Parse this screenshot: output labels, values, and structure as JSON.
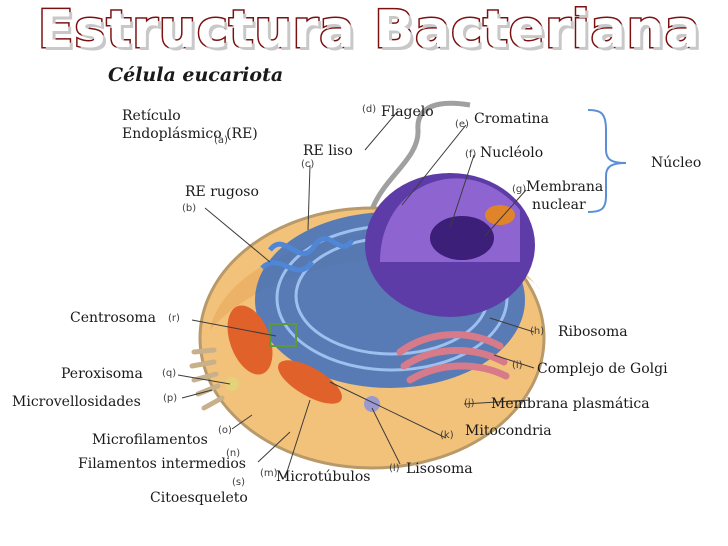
{
  "title": "Estructura Bacteriana",
  "subtitle": "Célula eucariota",
  "labels": {
    "reticulo": "Retículo",
    "reticulo2": "Endoplásmico (RE)",
    "re_liso": "RE liso",
    "re_rugoso": "RE rugoso",
    "flagelo": "Flagelo",
    "cromatina": "Cromatina",
    "nucleolo": "Nucléolo",
    "membrana_nuclear": "Membrana",
    "membrana_nuclear2": "nuclear",
    "nucleo": "Núcleo",
    "centrosoma": "Centrosoma",
    "ribosoma": "Ribosoma",
    "peroxisoma": "Peroxisoma",
    "complejo_golgi": "Complejo de Golgi",
    "microvellosidades": "Microvellosidades",
    "membrana_plasmatica": "Membrana plasmática",
    "mitocondria": "Mitocondria",
    "microfilamentos": "Microfilamentos",
    "filamentos_intermedios": "Filamentos intermedios",
    "microtubulos": "Microtúbulos",
    "lisosoma": "Lisosoma",
    "citoesqueleto": "Citoesqueleto"
  },
  "letters": {
    "a": "(a)",
    "b": "(b)",
    "c": "(c)",
    "d": "(d)",
    "e": "(e)",
    "f": "(f)",
    "g": "(g)",
    "h": "(h)",
    "i": "(i)",
    "j": "(j)",
    "k": "(k)",
    "l": "(l)",
    "m": "(m)",
    "n": "(n)",
    "o": "(o)",
    "p": "(p)",
    "q": "(q)",
    "r": "(r)",
    "s": "(s)"
  },
  "colors": {
    "title_outline": "#7a1010",
    "bracket": "#5a8fd8",
    "cytoplasm": "#f2c27a",
    "nucleus": "#7a4fb8",
    "er": "#3d6fc0",
    "mitochondria": "#e0622a",
    "golgi": "#d77a8a"
  }
}
